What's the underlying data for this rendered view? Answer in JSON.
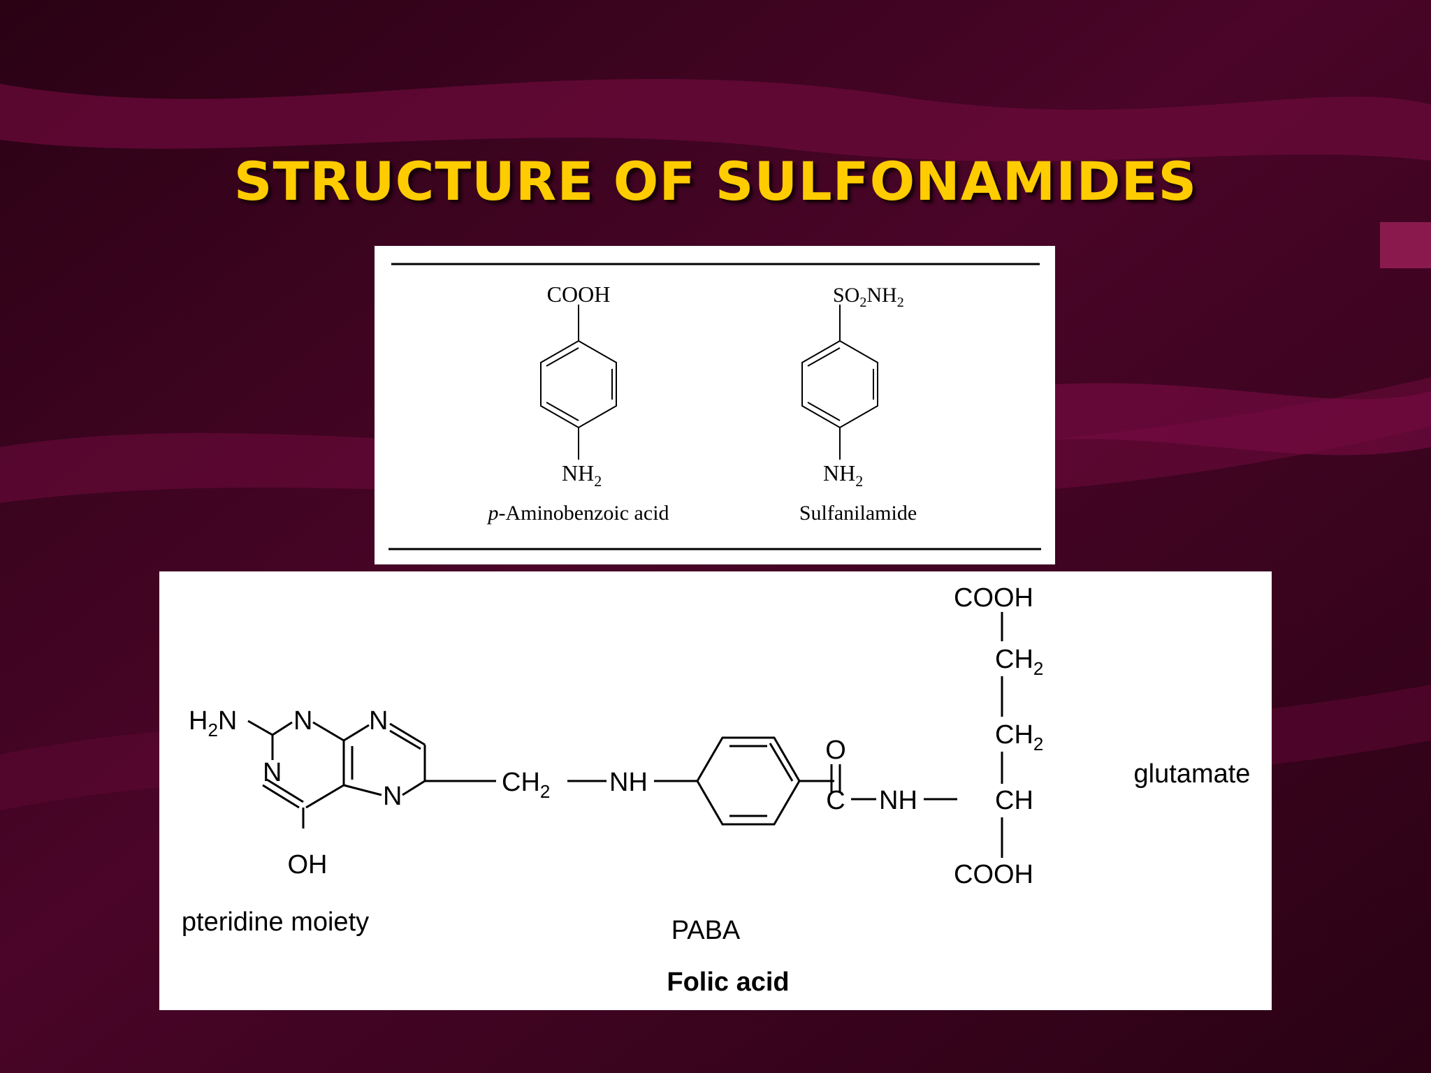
{
  "slide": {
    "title": "STRUCTURE OF SULFONAMIDES",
    "colors": {
      "background": "#3a0420",
      "title": "#ffcc00",
      "panel": "#ffffff",
      "ink": "#000000"
    }
  },
  "top_panel": {
    "paba": {
      "top_group": "COOH",
      "bottom_group": "NH",
      "bottom_sub": "2",
      "name_prefix": "p",
      "name_rest": "-Aminobenzoic acid"
    },
    "sulfanilamide": {
      "top_so": "SO",
      "top_sub1": "2",
      "top_nh": "NH",
      "top_sub2": "2",
      "bottom_group": "NH",
      "bottom_sub": "2",
      "name": "Sulfanilamide"
    }
  },
  "bottom_panel": {
    "h2n_h": "H",
    "h2n_sub": "2",
    "h2n_n": "N",
    "n1": "N",
    "n2": "N",
    "n3": "N",
    "n4": "N",
    "oh": "OH",
    "ch2_main": "CH",
    "ch2_main_sub": "2",
    "nh_left": "NH",
    "carbonyl_o": "O",
    "carbonyl_c": "C",
    "nh_right": "NH",
    "ch": "CH",
    "cooh_top": "COOH",
    "ch2_upper": "CH",
    "ch2_upper_sub": "2",
    "ch2_lower": "CH",
    "ch2_lower_sub": "2",
    "cooh_bottom": "COOH",
    "label_pteridine": "pteridine moiety",
    "label_paba": "PABA",
    "label_glutamate": "glutamate",
    "caption": "Folic acid"
  }
}
